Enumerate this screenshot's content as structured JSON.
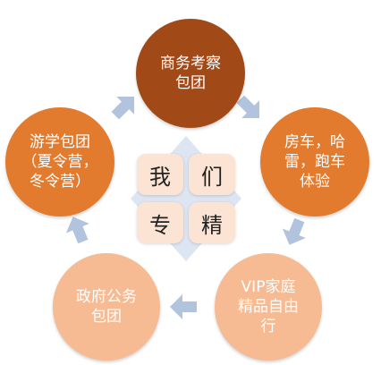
{
  "colors": {
    "dark": "#A14A18",
    "mid": "#E37B2E",
    "light": "#F6BB92",
    "arrow": "#B1C3DD",
    "hub_fill": "#FCE4D4",
    "hub_diamond": "#DCE5F1"
  },
  "nodes": {
    "top": {
      "label": "商务考察\n包团"
    },
    "right": {
      "label": "房车，哈\n雷，跑车\n体验"
    },
    "bottom_right": {
      "label": "VIP家庭\n精品自由\n行"
    },
    "bottom_left": {
      "label": "政府公务\n包团"
    },
    "left": {
      "label": "游学包团\n（夏令营，\n冬令营）"
    }
  },
  "hub": {
    "chars": [
      "我",
      "们",
      "专",
      "精"
    ]
  }
}
